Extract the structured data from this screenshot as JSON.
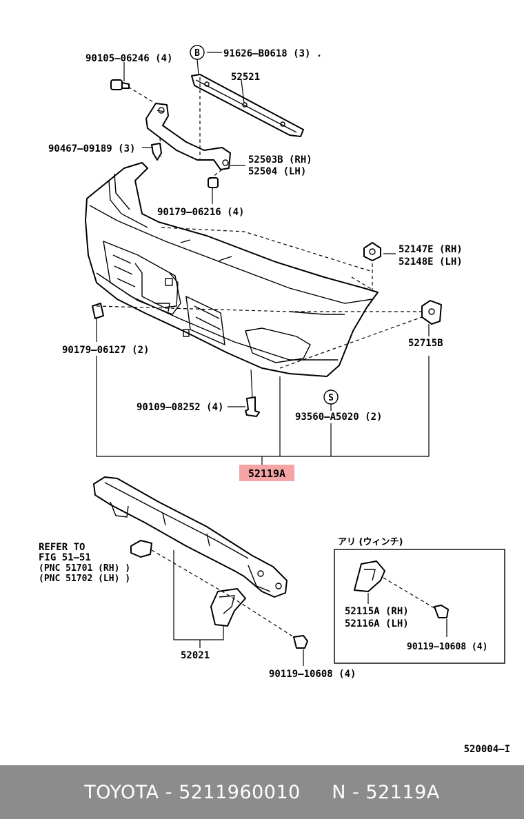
{
  "labels": {
    "p90105": "90105–06246 (4)",
    "circleB": "B",
    "p91626": "91626–B0618 (3) .",
    "p52521": "52521",
    "p90467": "90467–09189 (3)",
    "p52503b": "52503B (RH)",
    "p52504": "52504   (LH)",
    "p90179a": "90179–06216 (4)",
    "p52147e": "52147E (RH)",
    "p52148e": "52148E (LH)",
    "p90179b": "90179–06127 (2)",
    "p52715b": "52715B",
    "p90109": "90109–08252 (4)",
    "circleS": "S",
    "p93560": "93560–A5020 (2)",
    "p52119a": "52119A",
    "ref1": "REFER TO",
    "ref2": "FIG 51–51",
    "ref3": "(PNC 51701 (RH) )",
    "ref4": "(PNC 51702 (LH) )",
    "boxTitle": "アリ (ウィンチ)",
    "p52115a": "52115A (RH)",
    "p52116a": "52116A (LH)",
    "p90119a": "90119–10608 (4)",
    "p52021": "52021",
    "p90119b": "90119–10608 (4)",
    "diagramId": "520004–I"
  },
  "colors": {
    "highlight": "#f4a4a4",
    "footer_bg": "#8c8c8c",
    "footer_text": "#ffffff"
  },
  "footer": {
    "brand": "TOYOTA",
    "sep1": " - ",
    "partNumber": "5211960010",
    "gap": "     ",
    "pnc": "N - 52119A"
  }
}
